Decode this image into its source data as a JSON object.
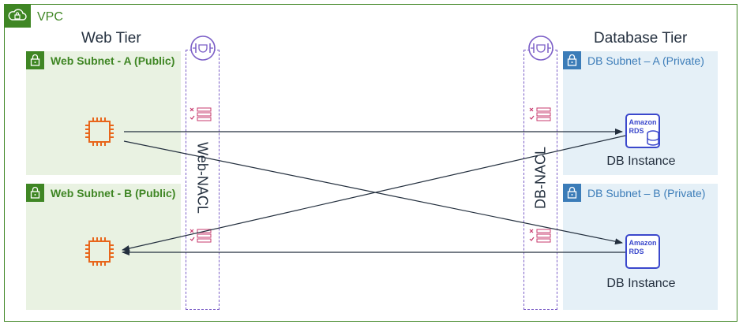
{
  "vpc": {
    "label": "VPC",
    "border_color": "#3f8624"
  },
  "tiers": {
    "web": "Web Tier",
    "database": "Database Tier"
  },
  "subnets": {
    "web_a": "Web Subnet - A (Public)",
    "web_b": "Web Subnet - B (Public)",
    "db_a": "DB Subnet – A (Private)",
    "db_b": "DB Subnet – B (Private)"
  },
  "nacls": {
    "web": "Web-NACL",
    "db": "DB-NACL"
  },
  "rds": {
    "icon_text_top": "Amazon",
    "icon_text_bottom": "RDS",
    "instance_a": "DB Instance",
    "instance_b": "DB Instance"
  },
  "colors": {
    "public_subnet": "#e9f2e2",
    "private_subnet": "#e5f0f7",
    "ec2": "#e8661b",
    "rds": "#3b48cc",
    "nacl": "#7b5ec7",
    "rule_icon": "#c7386c",
    "arrow": "#232f3e"
  },
  "icons": [
    "cloud-lock-icon",
    "lock-icon",
    "ec2-instance-icon",
    "rds-icon",
    "nacl-icon",
    "rule-list-icon"
  ]
}
